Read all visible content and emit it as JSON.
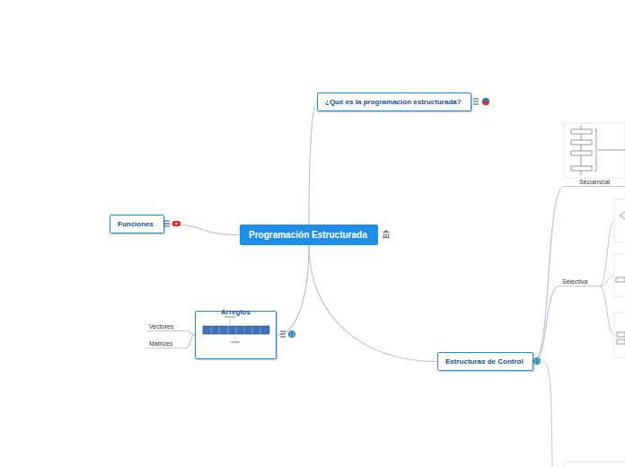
{
  "diagram": {
    "nodes": [
      {
        "text": [
          "Programación Estructurada"
        ]
      },
      {
        "text": [
          "¿Qué es la programación estructurada?"
        ]
      },
      {
        "text": [
          "Funciones"
        ]
      },
      {
        "text": [
          "Arreglos"
        ]
      },
      {
        "text": [
          "Vectores"
        ]
      },
      {
        "text": [
          "Matrices"
        ]
      },
      {
        "text": [
          "Estructuras de Control"
        ]
      },
      {
        "text": [
          "Secuencial"
        ]
      },
      {
        "text": [
          "Selectiva"
        ]
      }
    ],
    "edges": [
      {
        "from": 0,
        "to": 1,
        "arrow": "none"
      },
      {
        "from": 0,
        "to": 2,
        "arrow": "none"
      },
      {
        "from": 0,
        "to": 3,
        "arrow": "none"
      },
      {
        "from": 0,
        "to": 6,
        "arrow": "none"
      },
      {
        "from": 3,
        "to": 4,
        "arrow": "none"
      },
      {
        "from": 3,
        "to": 5,
        "arrow": "none"
      },
      {
        "from": 6,
        "to": 7,
        "arrow": "none"
      },
      {
        "from": 6,
        "to": 8,
        "arrow": "none"
      }
    ]
  }
}
